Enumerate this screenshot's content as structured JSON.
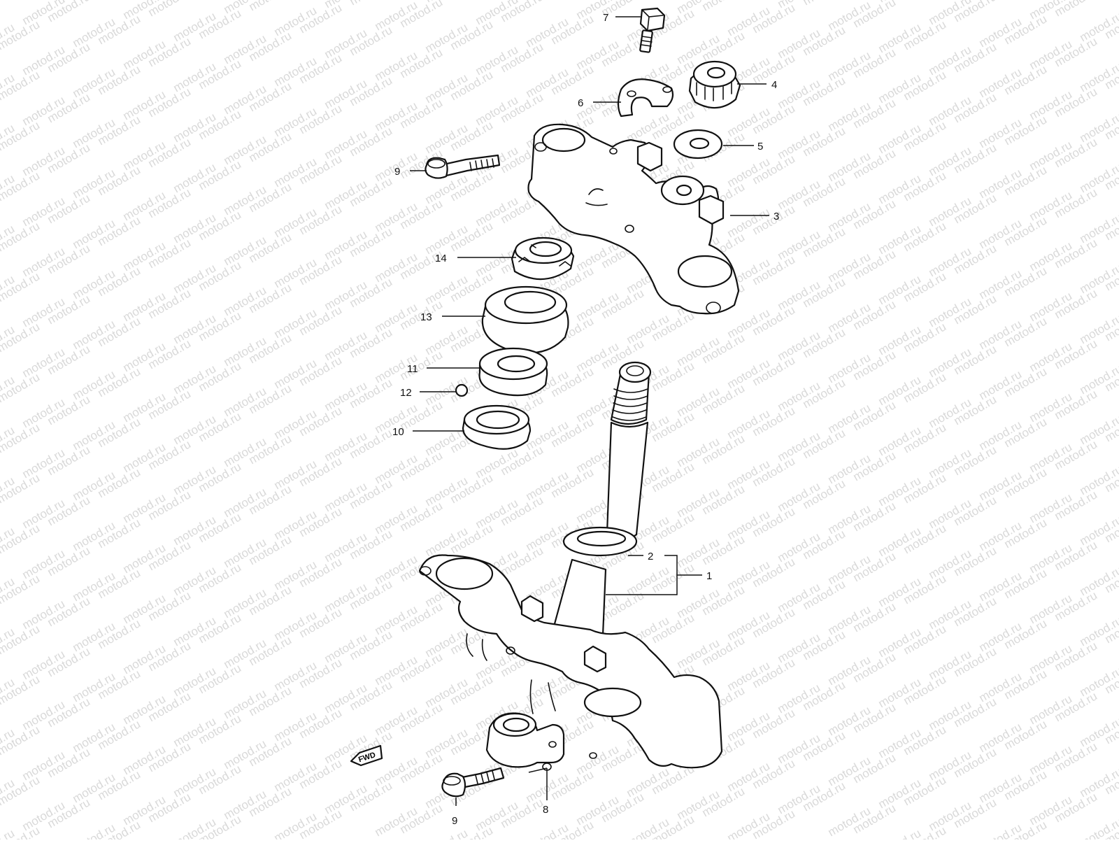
{
  "watermark": {
    "text": "motod.ru"
  },
  "fwd_label": "FWD",
  "callouts": [
    {
      "id": "1",
      "label": "1"
    },
    {
      "id": "2",
      "label": "2"
    },
    {
      "id": "3",
      "label": "3"
    },
    {
      "id": "4",
      "label": "4"
    },
    {
      "id": "5",
      "label": "5"
    },
    {
      "id": "6",
      "label": "6"
    },
    {
      "id": "7",
      "label": "7"
    },
    {
      "id": "8",
      "label": "8"
    },
    {
      "id": "9a",
      "label": "9"
    },
    {
      "id": "9b",
      "label": "9"
    },
    {
      "id": "10",
      "label": "10"
    },
    {
      "id": "11",
      "label": "11"
    },
    {
      "id": "12",
      "label": "12"
    },
    {
      "id": "13",
      "label": "13"
    },
    {
      "id": "14",
      "label": "14"
    }
  ]
}
